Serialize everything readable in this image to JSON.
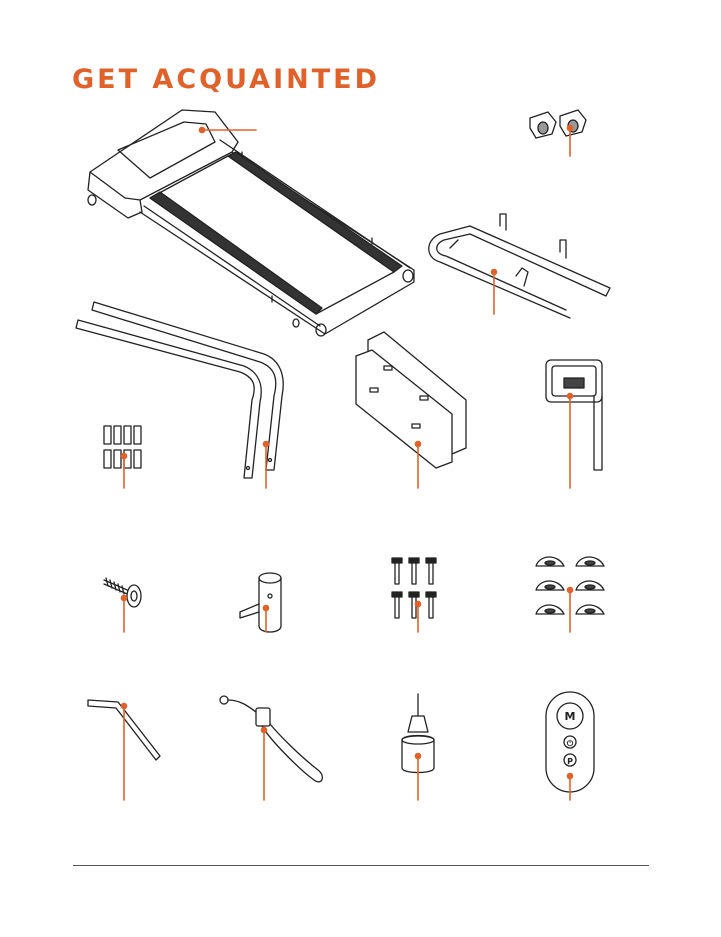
{
  "page": {
    "title": "GET ACQUAINTED",
    "accent_color": "#e0622a"
  },
  "parts": [
    {
      "icon": "treadmill-deck-icon"
    },
    {
      "icon": "wheel-caps-icon"
    },
    {
      "icon": "handrail-frame-icon"
    },
    {
      "icon": "upright-tubes-icon"
    },
    {
      "icon": "side-cover-panels-icon"
    },
    {
      "icon": "console-display-icon"
    },
    {
      "icon": "end-caps-icon"
    },
    {
      "icon": "knob-bolt-icon"
    },
    {
      "icon": "connector-sleeve-icon"
    },
    {
      "icon": "bolts-icon"
    },
    {
      "icon": "washers-icon"
    },
    {
      "icon": "allen-key-icon"
    },
    {
      "icon": "safety-key-icon"
    },
    {
      "icon": "lubricant-bottle-icon"
    },
    {
      "icon": "remote-control-icon"
    }
  ],
  "remote": {
    "button_mode": "M",
    "button_power": "⏻",
    "button_program": "P"
  }
}
